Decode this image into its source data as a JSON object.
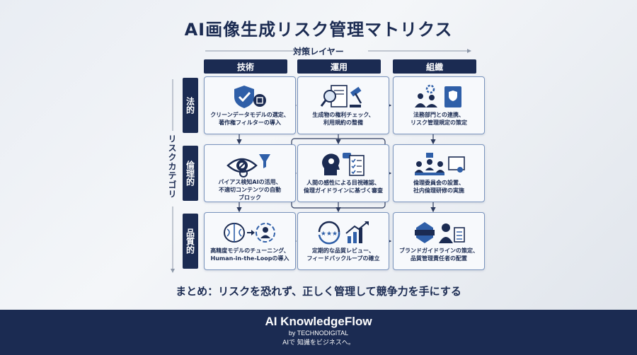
{
  "title": "AI画像生成リスク管理マトリクス",
  "axes": {
    "layer_label": "対策レイヤー",
    "category_label": "リスクカテゴリ"
  },
  "columns": [
    "技術",
    "運用",
    "組織"
  ],
  "rows": [
    "法的",
    "倫理的",
    "品質的"
  ],
  "cells": [
    [
      {
        "text": "クリーンデータモデルの選定、\n著作権フィルターの導入",
        "icon": "shield-check-icon"
      },
      {
        "text": "生成物の権利チェック、\n利用規約の整備",
        "icon": "document-search-gavel-icon"
      },
      {
        "text": "法務部門との連携、\nリスク管理規定の策定",
        "icon": "team-gears-book-icon"
      }
    ],
    [
      {
        "text": "バイアス検知AIの活用、\n不適切コンテンツの自動\nブロック",
        "icon": "eye-filter-icon"
      },
      {
        "text": "人間の感性による目視確認、\n倫理ガイドラインに基づく審査",
        "icon": "head-checklist-icon"
      },
      {
        "text": "倫理委員会の設置、\n社内倫理研修の実施",
        "icon": "meeting-certificate-icon"
      }
    ],
    [
      {
        "text": "高精度モデルのチューニング、\nHuman-in-the-Loopの導入",
        "icon": "brain-person-cycle-icon"
      },
      {
        "text": "定期的な品質レビュー、\nフィードバックループの確立",
        "icon": "rating-growth-chart-icon"
      },
      {
        "text": "ブランドガイドラインの策定、\n品質管理責任者の配置",
        "icon": "brand-person-icon"
      }
    ]
  ],
  "summary": "まとめ：リスクを恐れず、正しく管理して競争力を手にする",
  "footer": {
    "brand": "AI KnowledgeFlow",
    "byline": "by TECHNODIGITAL",
    "tagline": "AIで 知識をビジネスへ。"
  },
  "colors": {
    "navy": "#1b2b52",
    "cell_border": "#7a94bd",
    "icon_blue": "#2f5fa8"
  }
}
